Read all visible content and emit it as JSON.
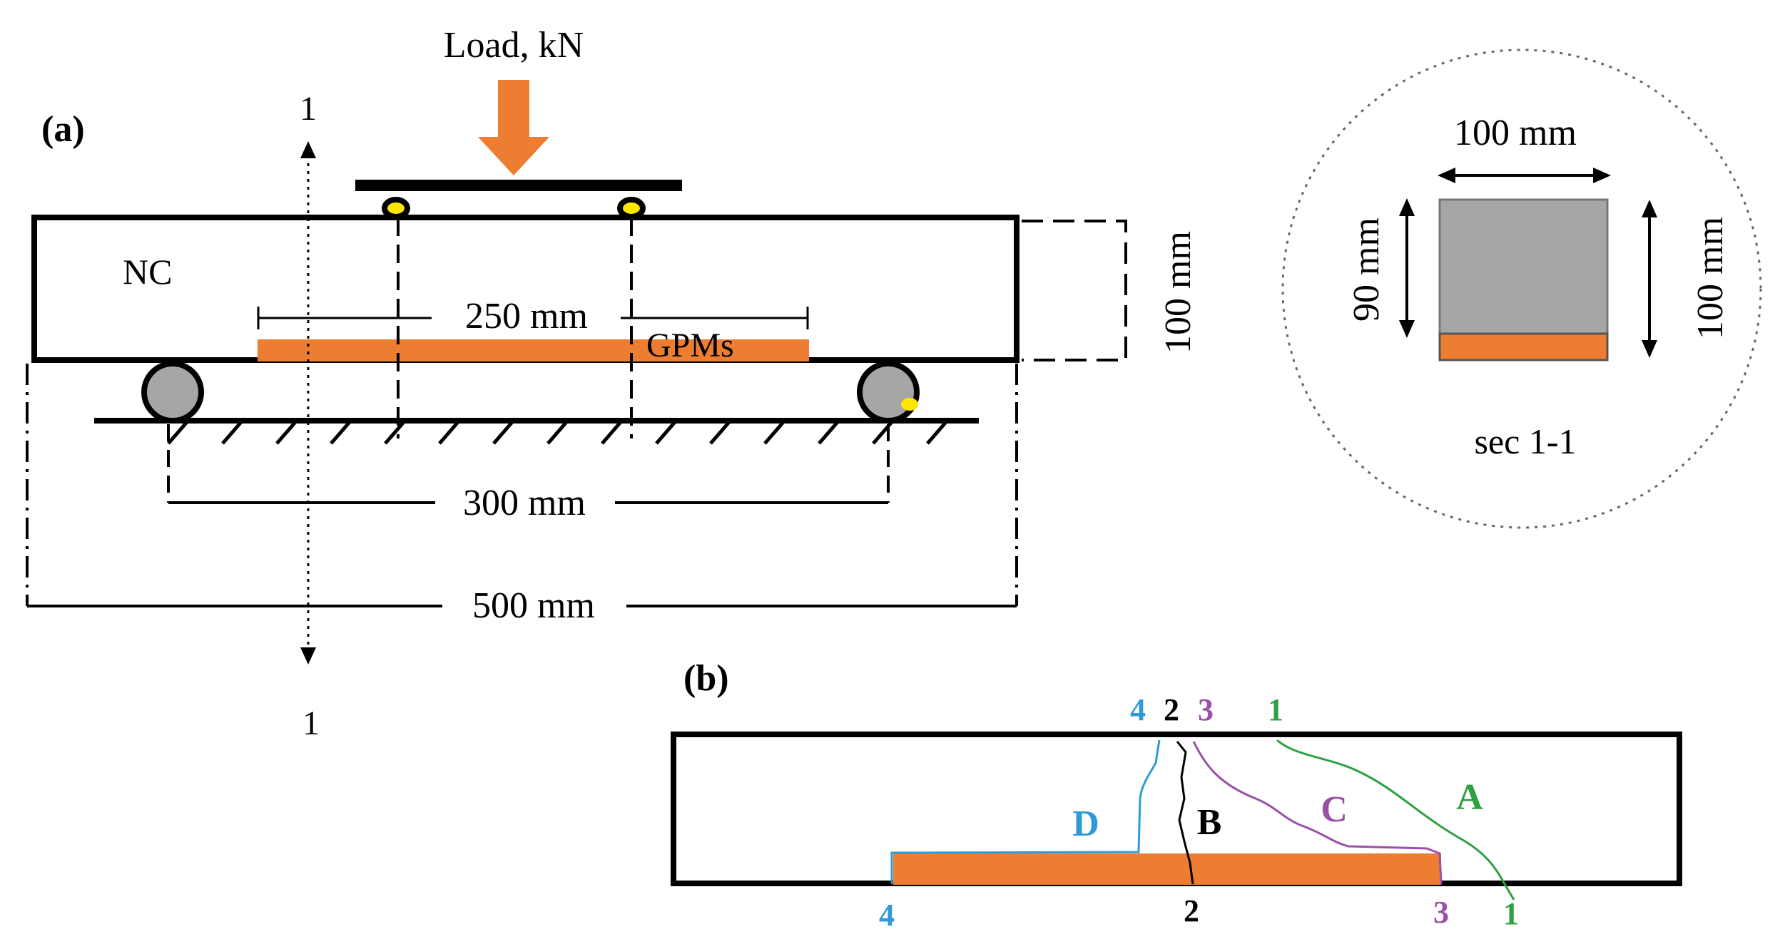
{
  "colors": {
    "orange": "#ED7D31",
    "gray": "#A6A6A6",
    "yellow": "#FFE600",
    "black": "#000000",
    "crack_a": "#2EA043",
    "crack_b": "#000000",
    "crack_c": "#9A4FA8",
    "crack_d": "#2E9BD6"
  },
  "panel_a": {
    "label": "(a)",
    "load_label": "Load, kN",
    "section_mark_top": "1",
    "section_mark_bottom": "1",
    "material_nc": "NC",
    "material_gpms": "GPMs",
    "dim_gpm_length": "250 mm",
    "dim_height": "100 mm",
    "dim_span": "300 mm",
    "dim_total_length": "500 mm"
  },
  "section": {
    "width_label": "100 mm",
    "left_height_label": "90 mm",
    "right_height_label": "100 mm",
    "caption": "sec 1-1"
  },
  "panel_b": {
    "label": "(b)",
    "top_marks": [
      "4",
      "2",
      "3",
      "1"
    ],
    "bottom_marks": [
      "4",
      "2",
      "3",
      "1"
    ],
    "crack_letters": [
      "A",
      "B",
      "C",
      "D"
    ]
  }
}
